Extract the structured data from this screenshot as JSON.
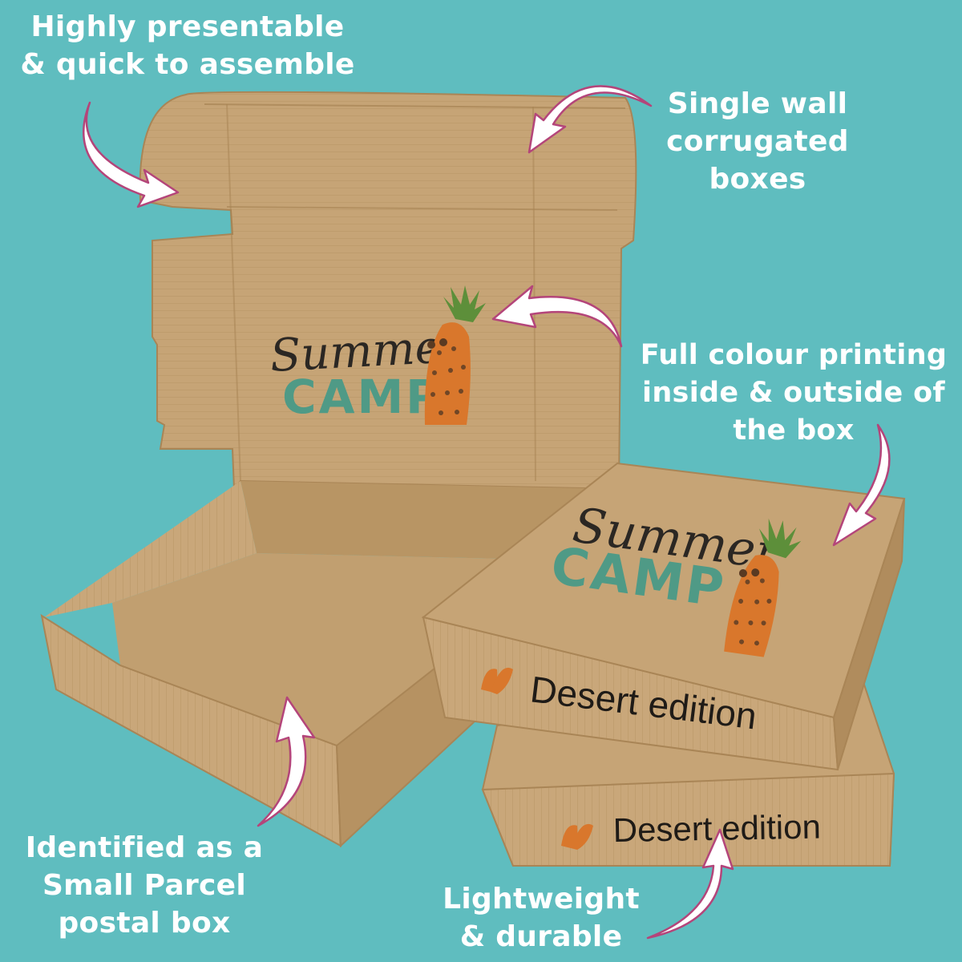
{
  "callouts": {
    "presentable": [
      "Highly presentable",
      "& quick to assemble"
    ],
    "single_wall": [
      "Single wall",
      "corrugated",
      "boxes"
    ],
    "full_colour": [
      "Full colour printing",
      "inside & outside of",
      "the box"
    ],
    "small_parcel": [
      "Identified as a",
      "Small Parcel",
      "postal box"
    ],
    "lightweight": [
      "Lightweight",
      "& durable"
    ]
  },
  "box_print": {
    "logo_script": "Summer",
    "logo_caps": "CAMP",
    "edition_label": "Desert edition"
  },
  "colors": {
    "background": "#5fbdbf",
    "cardboard": "#c9a77a",
    "cardboard_dark": "#b38e5f",
    "logo_teal": "#4f9a86",
    "logo_dark": "#2b2723",
    "pineapple": "#d9772c",
    "leaves": "#5d8f3a",
    "arrow_fill": "#ffffff",
    "arrow_outline": "#b4457a"
  }
}
